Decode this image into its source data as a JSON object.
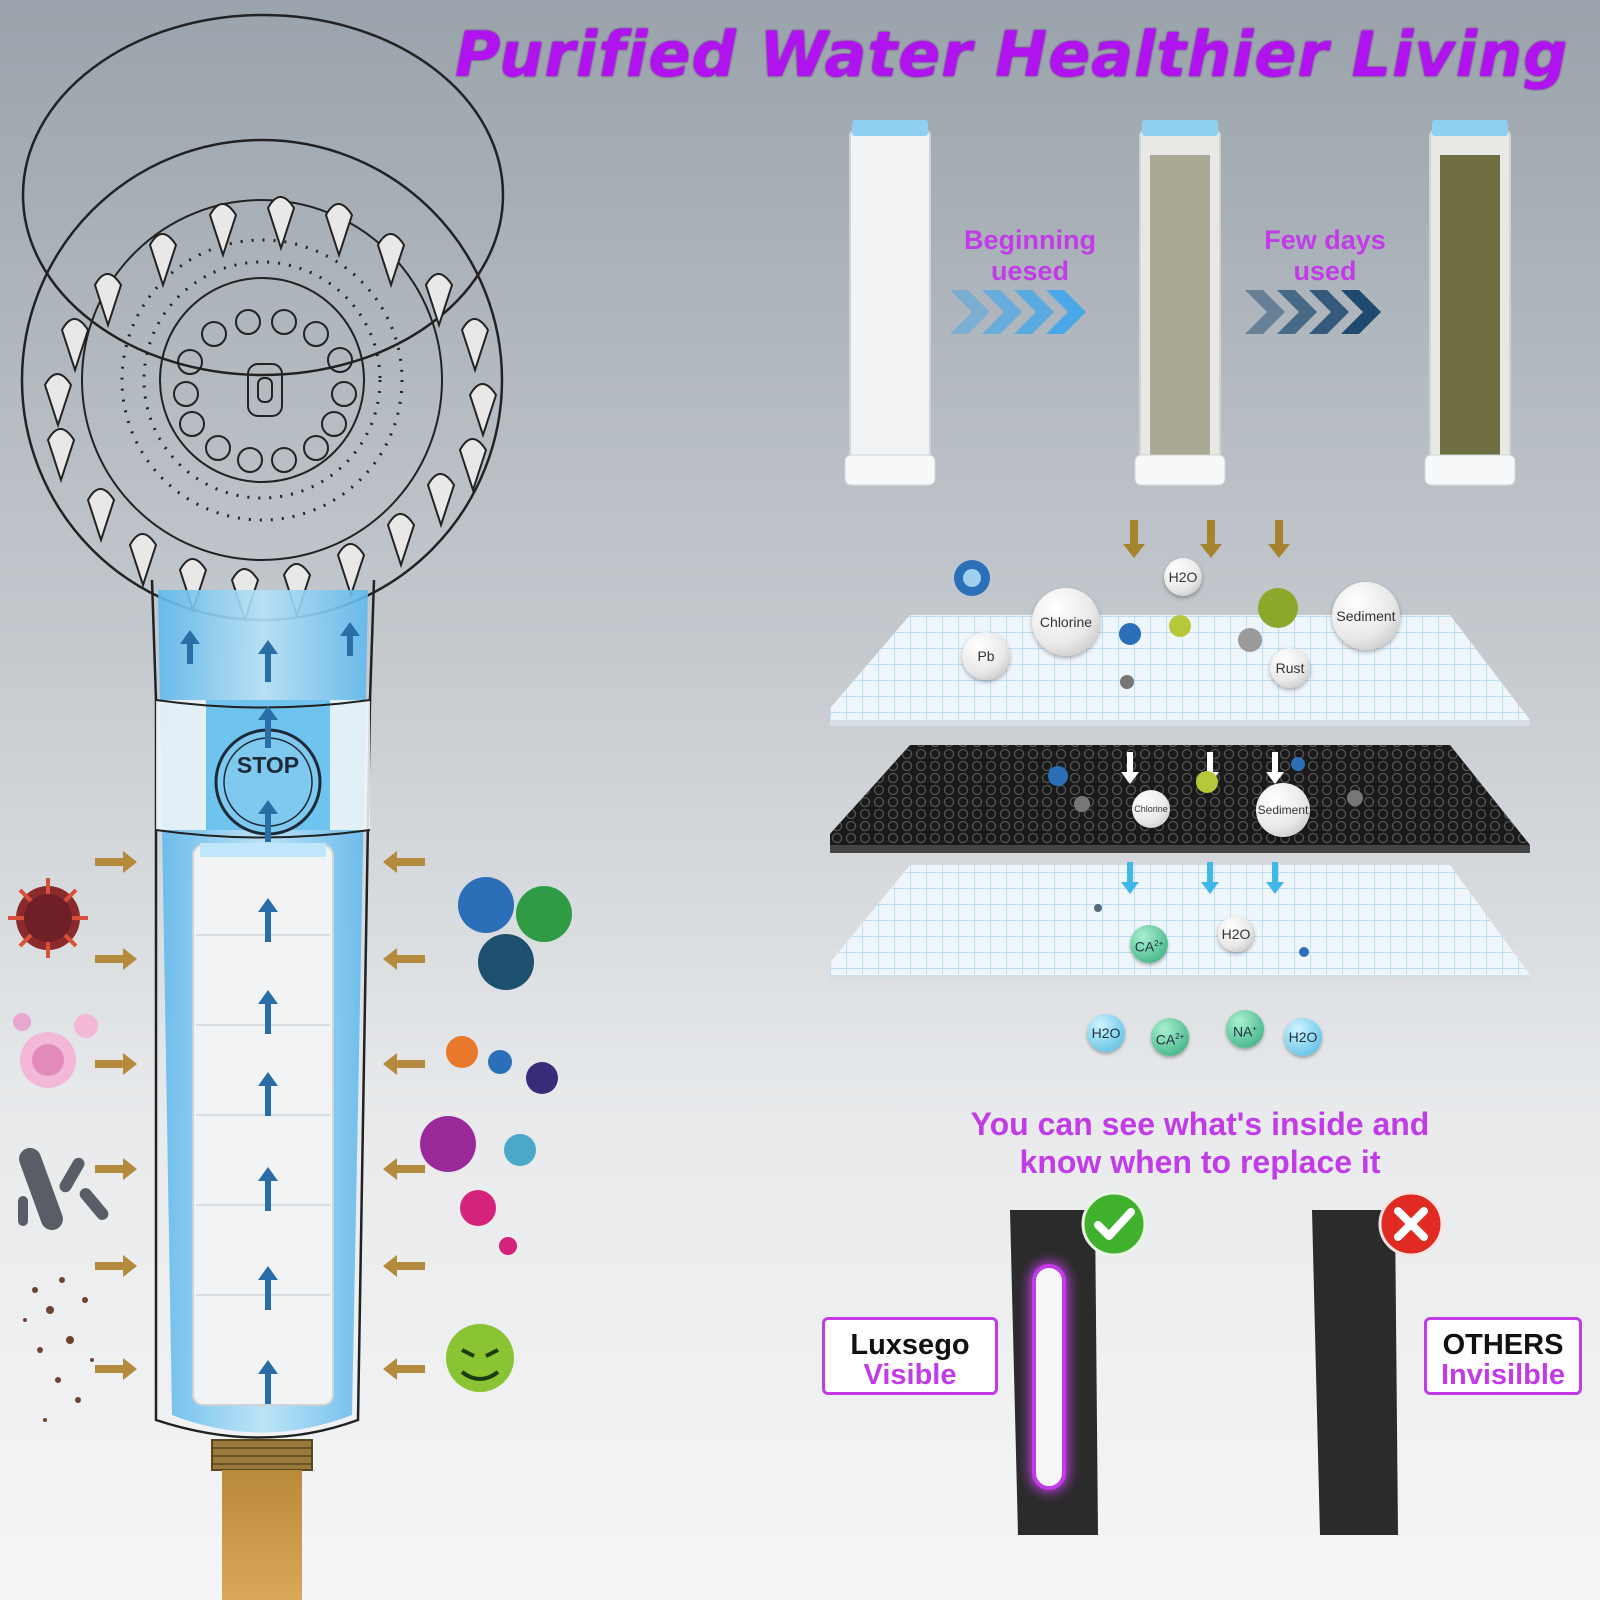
{
  "headline": "Purified Water Healthier Living",
  "stages": {
    "beginning": "Beginning\nuesed",
    "few_days": "Few days\nused"
  },
  "stage_lines": {
    "beginning_1": "Beginning",
    "beginning_2": "uesed",
    "few_days_1": "Few days",
    "few_days_2": "used"
  },
  "layer1_particles": {
    "h2o": "H2O",
    "chlorine": "Chlorine",
    "sediment": "Sediment",
    "pb": "Pb",
    "rust": "Rust"
  },
  "layer2_particles": {
    "chlorine": "Chlorine",
    "sediment": "Sediment"
  },
  "layer3_particles": {
    "ca": "CA",
    "h2o": "H2O"
  },
  "output_minerals": {
    "h2o_1": "H2O",
    "ca": "CA",
    "na": "NA",
    "h2o_2": "H2O"
  },
  "ion_charges": {
    "ca": "2+",
    "na": "+"
  },
  "stop_label": "STOP",
  "caption_lines": {
    "line1": "You can see what's inside and",
    "line2": "know when to replace it"
  },
  "comparison": {
    "ours_brand": "Luxsego",
    "ours_status": "Visible",
    "others_brand": "OTHERS",
    "others_status": "Invisilble"
  },
  "icons": {
    "check": "check-icon",
    "cross": "x-icon"
  },
  "colors": {
    "headline": "#b012f0",
    "accent_purple": "#c13ce6",
    "water_blue": "#6ec3ef",
    "arrow_gold": "#b48a3c",
    "check_green": "#3fb12d",
    "cross_red": "#e02a22"
  }
}
